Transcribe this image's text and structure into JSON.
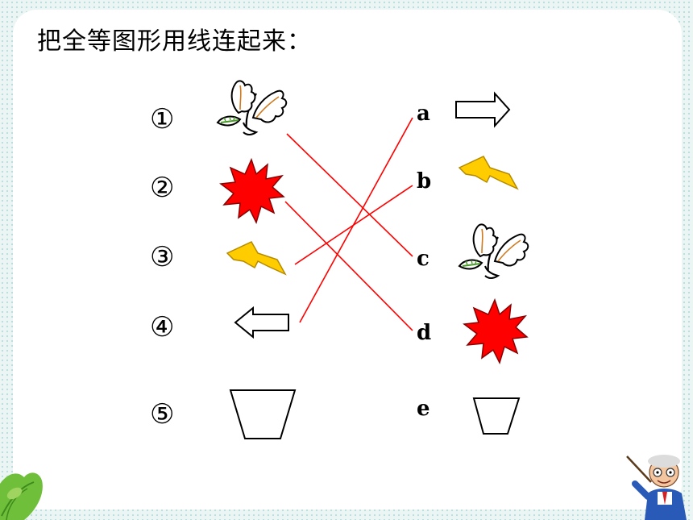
{
  "title": "把全等图形用线连起来：",
  "left_items": [
    {
      "label": "①",
      "shape": "leaf-sprig-icon"
    },
    {
      "label": "②",
      "shape": "red-burst-icon"
    },
    {
      "label": "③",
      "shape": "lightning-bolt-icon"
    },
    {
      "label": "④",
      "shape": "arrow-left-icon"
    },
    {
      "label": "⑤",
      "shape": "trapezoid-icon"
    }
  ],
  "right_items": [
    {
      "label": "a",
      "shape": "arrow-right-icon"
    },
    {
      "label": "b",
      "shape": "lightning-bolt-icon"
    },
    {
      "label": "c",
      "shape": "leaf-sprig-icon"
    },
    {
      "label": "d",
      "shape": "red-burst-icon"
    },
    {
      "label": "e",
      "shape": "trapezoid-icon"
    }
  ],
  "connections": [
    {
      "from": "①",
      "to": "c"
    },
    {
      "from": "②",
      "to": "d"
    },
    {
      "from": "③",
      "to": "b"
    },
    {
      "from": "④",
      "to": "a"
    }
  ],
  "colors": {
    "line": "#ff0000",
    "burst": "#ff0000",
    "bolt": "#ffcc00",
    "frame": "#c8e6e4",
    "leaf_outline": "#000000"
  },
  "decorations": {
    "bottom_left": "green-leaves-icon",
    "bottom_right": "cartoon-teacher-icon"
  }
}
